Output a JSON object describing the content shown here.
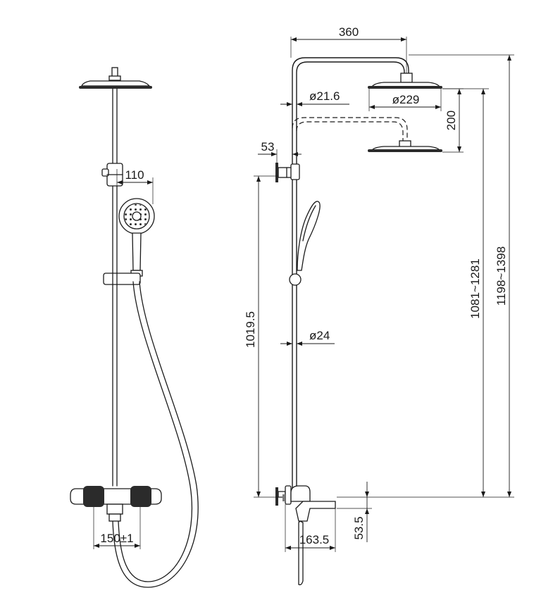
{
  "front_view": {
    "dimensions": {
      "handshower_offset": "110",
      "inlet_spacing": "150±1"
    }
  },
  "side_view": {
    "dimensions": {
      "arm_length": "360",
      "arm_diameter": "ø21.6",
      "head_diameter": "ø229",
      "arm_height_adjust": "200",
      "bracket_offset": "53",
      "bracket_height": "1019.5",
      "rail_diameter": "ø24",
      "adjustable_height": "1081~1281",
      "overall_height": "1198~1398",
      "spout_projection": "163.5",
      "spout_drop": "53.5"
    }
  }
}
